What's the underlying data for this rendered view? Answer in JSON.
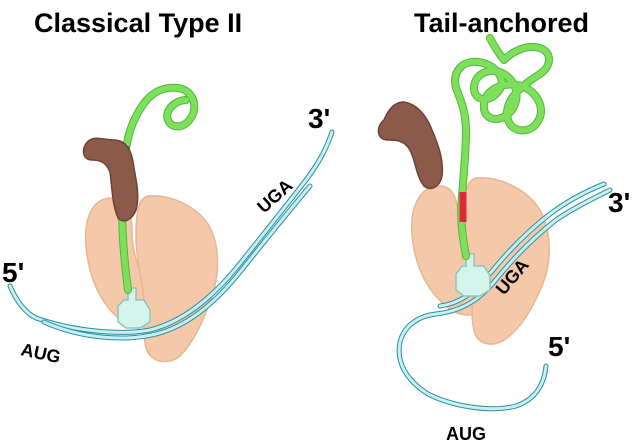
{
  "panels": [
    {
      "title": "Classical Type II",
      "end_3": "3'",
      "end_5": "5'",
      "start_codon": "AUG",
      "stop_codon": "UGA"
    },
    {
      "title": "Tail-anchored",
      "end_3": "3'",
      "end_5": "5'",
      "start_codon": "AUG",
      "stop_codon": "UGA"
    }
  ],
  "colors": {
    "ribosome": "#f4c8a8",
    "nascent_chain": "#7ee05a",
    "signal_anchor": "#e0283c",
    "mrna": "#a8e4ec",
    "trna": "#d4f4ec",
    "targeting_factor": "#8b5a4a"
  }
}
